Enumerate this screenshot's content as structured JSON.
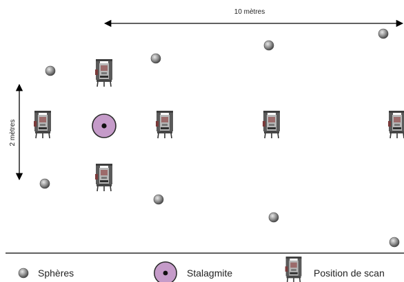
{
  "scale": {
    "horizontal_label": "10 mètres",
    "vertical_label": "2 mètres"
  },
  "legend": {
    "spheres_label": "Sphères",
    "stalagmite_label": "Stalagmite",
    "scan_label": "Position de scan"
  },
  "colors": {
    "sphere": "#8a8a8a",
    "stalagmite": "#c59bc9",
    "line": "#000000"
  },
  "icons": {
    "sphere": "gray-sphere-icon",
    "stalagmite": "stalagmite-target-icon",
    "scan": "laser-scanner-icon"
  }
}
